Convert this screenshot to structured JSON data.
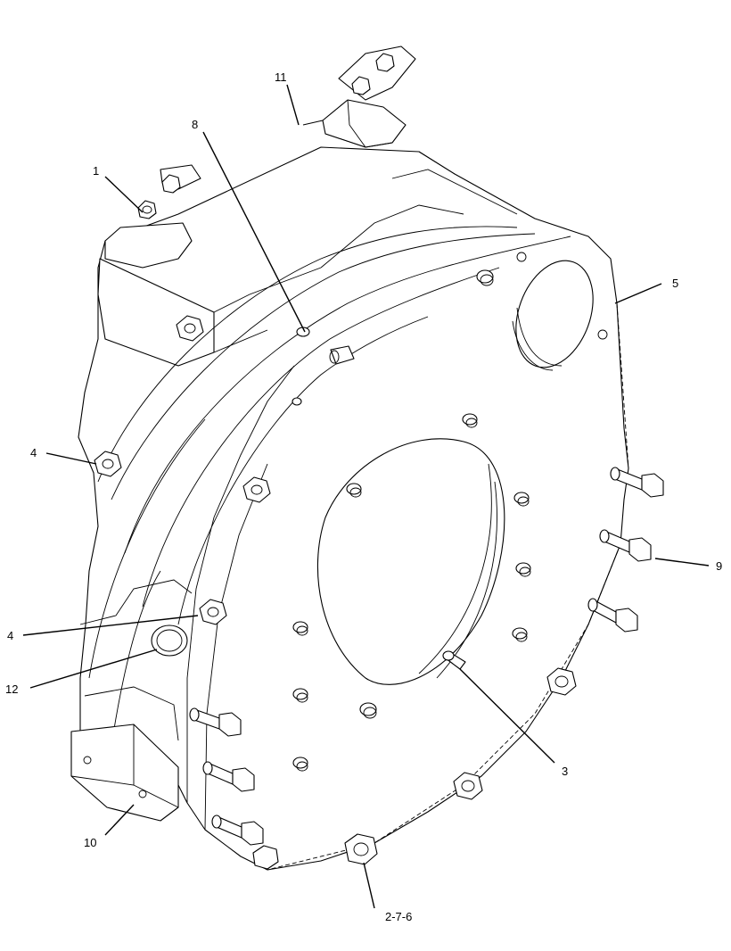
{
  "callouts": [
    {
      "label": "11"
    },
    {
      "label": "8"
    },
    {
      "label": "1"
    },
    {
      "label": "5"
    },
    {
      "label": "4"
    },
    {
      "label": "9"
    },
    {
      "label": "4"
    },
    {
      "label": "12"
    },
    {
      "label": "3"
    },
    {
      "label": "10"
    },
    {
      "label": "2-7-6"
    }
  ]
}
